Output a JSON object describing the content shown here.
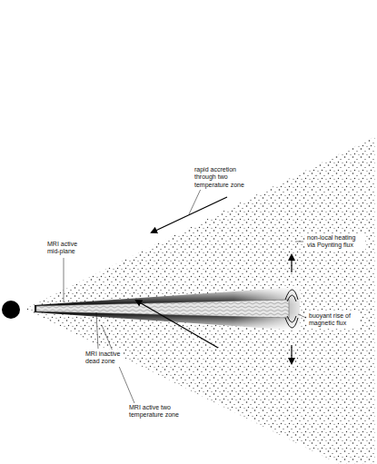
{
  "diagram": {
    "labels": [
      "rapid accretion through two temperature zone",
      "MRI active mid-plane",
      "non-local heating via Poynting flux",
      "buoyant rise of magnetic flux",
      "MRI inactive dead zone",
      "MRI active two temperature zone"
    ]
  }
}
